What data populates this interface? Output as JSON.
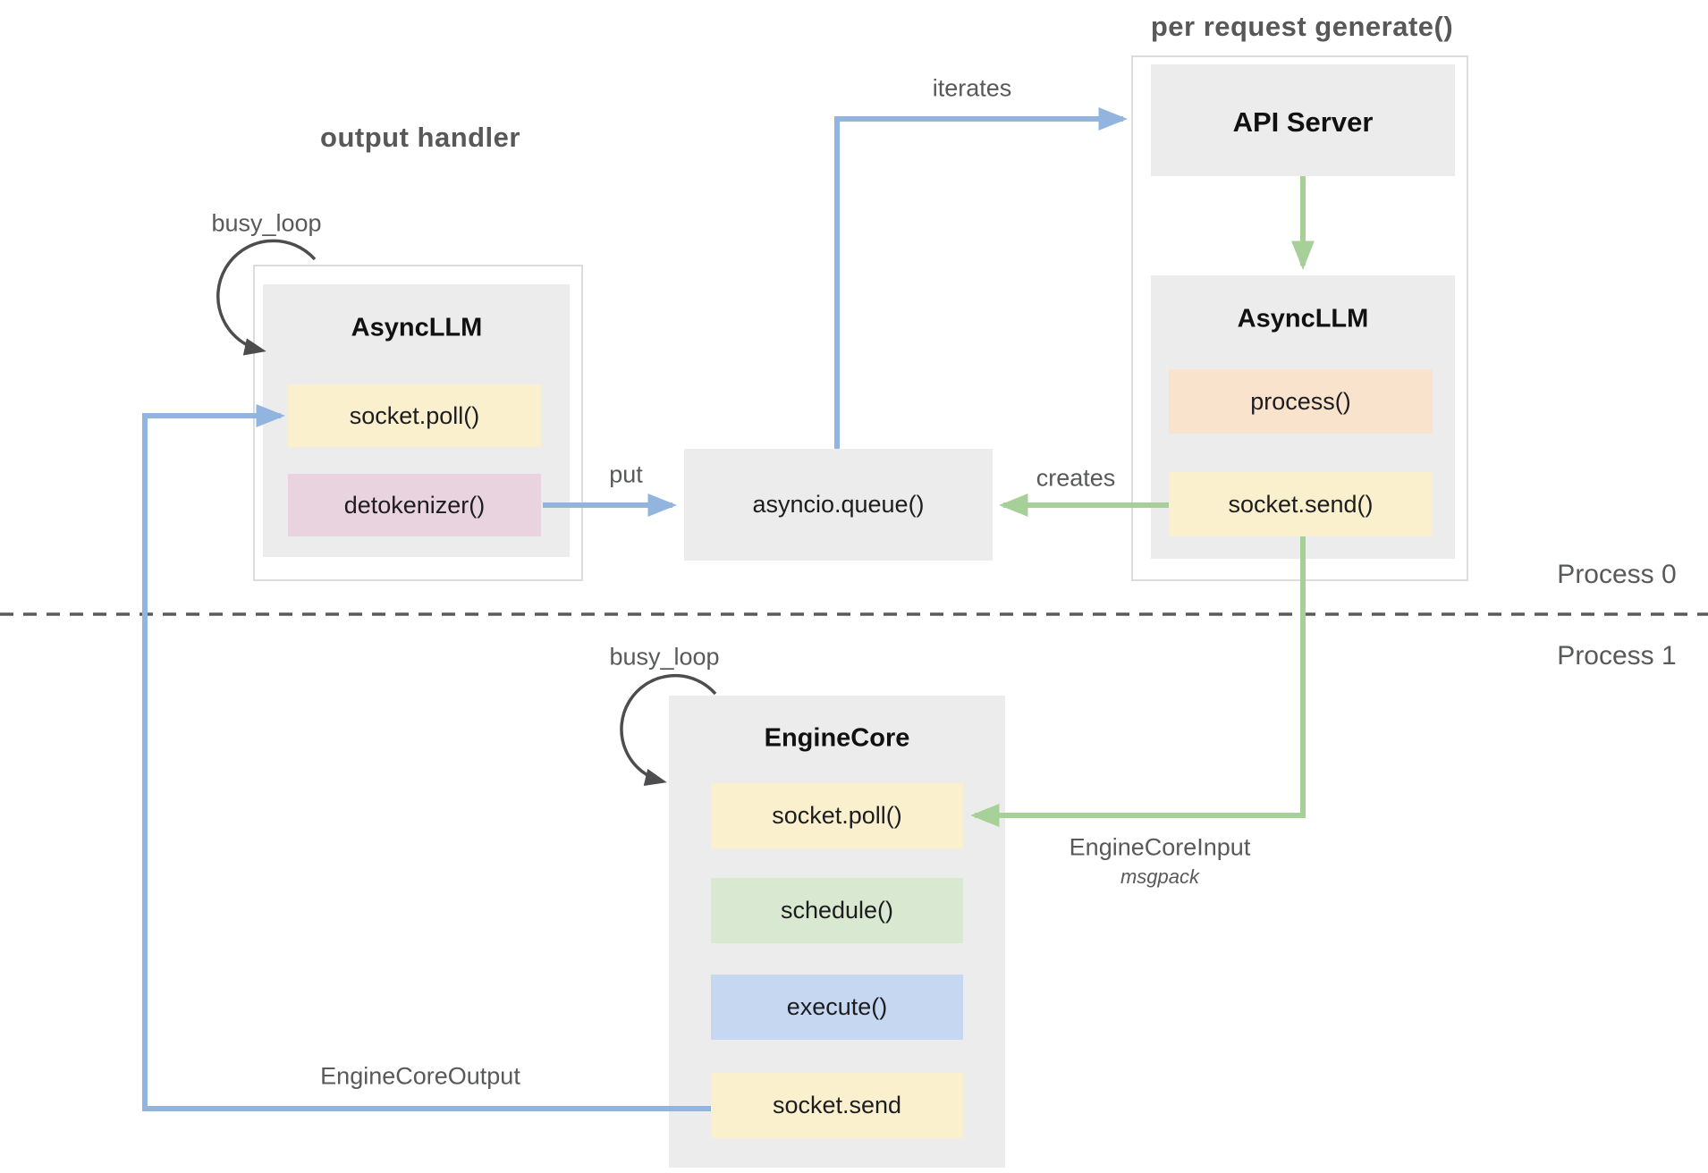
{
  "titles": {
    "output_handler": "output handler",
    "per_request_generate": "per request generate()"
  },
  "annotations": {
    "busy_loop_left": "busy_loop",
    "busy_loop_engine": "busy_loop",
    "iterates": "iterates",
    "put": "put",
    "creates": "creates",
    "engine_core_output": "EngineCoreOutput",
    "engine_core_input": "EngineCoreInput",
    "msgpack": "msgpack"
  },
  "process_labels": {
    "process0": "Process 0",
    "process1": "Process 1"
  },
  "nodes": {
    "async_llm_left": {
      "title": "AsyncLLM",
      "methods": [
        {
          "label": "socket.poll()",
          "bg": "#faf0ce"
        },
        {
          "label": "detokenizer()",
          "bg": "#e8d3de"
        }
      ]
    },
    "api_server": {
      "title": "API Server"
    },
    "async_llm_right": {
      "title": "AsyncLLM",
      "methods": [
        {
          "label": "process()",
          "bg": "#f9e3cd"
        },
        {
          "label": "socket.send()",
          "bg": "#faf0ce"
        }
      ]
    },
    "queue": {
      "label": "asyncio.queue()"
    },
    "engine_core": {
      "title": "EngineCore",
      "methods": [
        {
          "label": "socket.poll()",
          "bg": "#faf0ce"
        },
        {
          "label": "schedule()",
          "bg": "#d9e8d1"
        },
        {
          "label": "execute()",
          "bg": "#c6d7f2"
        },
        {
          "label": "socket.send",
          "bg": "#faf0ce"
        }
      ]
    }
  },
  "colors": {
    "arrow_blue": "#92b5e0",
    "arrow_green": "#a6d097",
    "arc_dark": "#4d4d4f",
    "dashed_line": "#5a5a5a",
    "box_gray": "#ececec",
    "label_gray": "#58595b"
  }
}
